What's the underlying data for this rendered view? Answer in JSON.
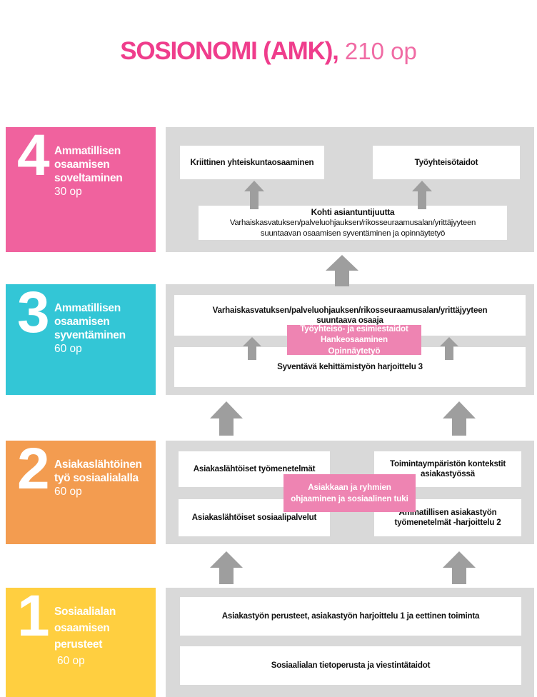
{
  "title": {
    "strong": "SOSIONOMI (AMK),",
    "light": " 210 op",
    "color_strong": "#ef3d8c",
    "color_light": "#f06ba4"
  },
  "colors": {
    "level4": "#f0629e",
    "level3": "#33c6d6",
    "level2": "#f39c50",
    "level1": "#ffcf40",
    "panel_bg": "#d9d9d9",
    "card_bg": "#ffffff",
    "overlay_pink": "#ee84b2",
    "arrow_gray": "#9e9e9e"
  },
  "levels": [
    {
      "number": "4",
      "name": "Ammatillisen osaamisen soveltaminen",
      "credits": "30 op",
      "color": "#f0629e",
      "cards": [
        {
          "text": "Kriittinen yhteiskuntaosaaminen"
        },
        {
          "text": "Työyhteisötaidot"
        },
        {
          "head": "Kohti asiantuntijuutta",
          "sub1": "Varhaiskasvatuksen/palveluohjauksen/rikosseuraamusalan/yrittäjyyteen",
          "sub2": "suuntaavan osaamisen syventäminen ja opinnäytetyö"
        }
      ],
      "arrows": 2
    },
    {
      "number": "3",
      "name": "Ammatillisen osaamisen syventäminen",
      "credits": "60 op",
      "color": "#33c6d6",
      "cards": [
        {
          "line1": "Varhaiskasvatuksen/palveluohjauksen/rikosseuraamusalan/yrittäjyyteen",
          "line2": "suuntaava osaaja"
        },
        {
          "text": "Syventävä kehittämistyön harjoittelu 3"
        }
      ],
      "overlay": {
        "line1": "Työyhteisö- ja esimiestaidot",
        "line2": "Hankeosaaminen",
        "line3": "Opinnäytetyö"
      },
      "arrows": 2
    },
    {
      "number": "2",
      "name": "Asiakaslähtöinen työ sosiaalialalla",
      "credits": "60 op",
      "color": "#f39c50",
      "cards": [
        {
          "text": "Asiakaslähtöiset työmenetelmät"
        },
        {
          "line1": "Toimintaympäristön kontekstit",
          "line2": "asiakastyössä"
        },
        {
          "text": "Asiakaslähtöiset sosiaalipalvelut"
        },
        {
          "line1": "Ammatillisen asiakastyön",
          "line2": "työmenetelmät -harjoittelu 2"
        }
      ],
      "overlay": {
        "line1": "Asiakkaan  ja  ryhmien",
        "line2": "ohjaaminen ja sosiaalinen tuki"
      },
      "arrows": 2
    },
    {
      "number": "1",
      "name": "Sosiaalialan osaamisen perusteet",
      "credits": " 60 op",
      "color": "#ffcf40",
      "cards": [
        {
          "text": "Asiakastyön perusteet, asiakastyön harjoittelu 1 ja eettinen toiminta"
        },
        {
          "text": "Sosiaalialan tietoperusta ja viestintätaidot"
        }
      ],
      "arrows": 0
    }
  ],
  "connectors": {
    "between_4_and_3": {
      "count": 1,
      "label": "big-center-arrow"
    },
    "between_3_and_2": {
      "count": 2,
      "label": "two-arrows"
    },
    "between_2_and_1": {
      "count": 2,
      "label": "two-arrows"
    }
  }
}
